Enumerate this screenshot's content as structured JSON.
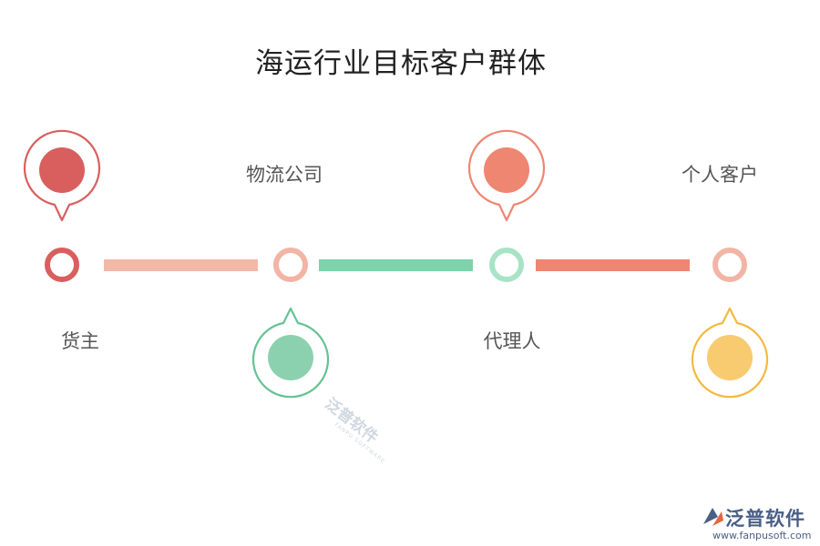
{
  "title": "海运行业目标客户群体",
  "nodes": [
    {
      "label": "货主",
      "pin": "above",
      "ring_color": "#d95f5f",
      "pin_color": "#d95f5f"
    },
    {
      "label": "物流公司",
      "pin": "below",
      "ring_color": "#f2b5a5",
      "pin_color": "#66c294"
    },
    {
      "label": "代理人",
      "pin": "above",
      "ring_color": "#a8e3c7",
      "pin_color": "#ee8672"
    },
    {
      "label": "个人客户",
      "pin": "below",
      "ring_color": "#f2b5a5",
      "pin_color": "#f5b940"
    }
  ],
  "connectors": [
    {
      "color": "#f2b8a8"
    },
    {
      "color": "#7dd3ab"
    },
    {
      "color": "#ee8672"
    }
  ],
  "watermark": {
    "name": "泛普软件",
    "sub": "FANPU SOFTWARE"
  },
  "brand": {
    "name": "泛普软件",
    "url": "www.fanpusoft.com",
    "color": "#4a5f86"
  }
}
